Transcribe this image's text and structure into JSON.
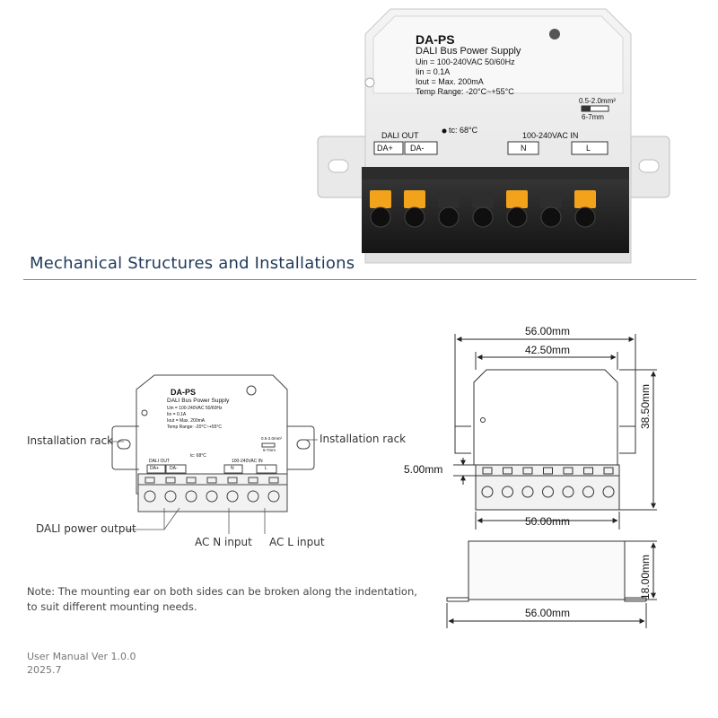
{
  "product": {
    "model": "DA-PS",
    "name": "DALI Bus Power Supply",
    "specs": [
      "Uin = 100-240VAC 50/60Hz",
      "Iin  = 0.1A",
      "Iout = Max. 200mA",
      "Temp Range: -20°C~+55°C"
    ],
    "tc": "tc: 68°C",
    "wire_gauge": "0.5-2.0mm²",
    "strip_length": "6-7mm",
    "dali_out_label": "DALI OUT",
    "dali_terminals": [
      "DA+",
      "DA-"
    ],
    "ac_in_label": "100-240VAC IN",
    "ac_terminals": [
      "N",
      "L"
    ]
  },
  "section_title": "Mechanical Structures and Installations",
  "callouts": {
    "rack_left": "Installation rack",
    "rack_right": "Installation rack",
    "dali_output": "DALI power output",
    "ac_n": "AC N input",
    "ac_l": "AC L input"
  },
  "dimensions": {
    "overall_width": "56.00mm",
    "inner_width": "42.50mm",
    "height": "38.50mm",
    "terminal_height": "5.00mm",
    "base_width": "50.00mm",
    "depth": "18.00mm",
    "side_width": "56.00mm"
  },
  "note": {
    "line1": "Note: The mounting ear on both sides can be broken along the indentation,",
    "line2": "to suit different mounting needs."
  },
  "footer": {
    "version": "User Manual Ver 1.0.0",
    "date": "2025.7"
  },
  "colors": {
    "accent": "#1f3a5a",
    "terminal_orange": "#f2a31b",
    "terminal_black": "#222222"
  }
}
